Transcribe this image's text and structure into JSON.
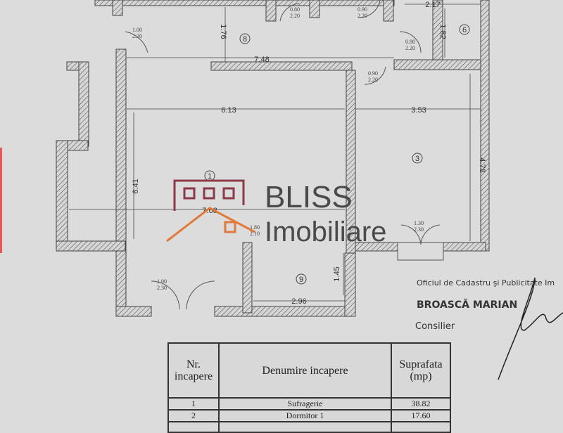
{
  "plan": {
    "rooms": [
      "1",
      "3",
      "6",
      "8",
      "9"
    ],
    "dimensions": {
      "d_613": "6.13",
      "d_353": "3.53",
      "d_478": "4.78",
      "d_641": "6.41",
      "d_768": "7.68",
      "d_748": "7.48",
      "d_176": "1.76",
      "d_217": "2.17",
      "d_182": "1.82",
      "d_296": "2.96",
      "d_145": "1.45"
    },
    "doors": [
      {
        "w": "1.00",
        "h": "2.20"
      },
      {
        "w": "0.80",
        "h": "2.20"
      },
      {
        "w": "0.90",
        "h": "2.20"
      },
      {
        "w": "0.80",
        "h": "2.20"
      },
      {
        "w": "0.90",
        "h": "2.20"
      },
      {
        "w": "1.80",
        "h": "2.10"
      },
      {
        "w": "1.30",
        "h": "2.30"
      },
      {
        "w": "1.00",
        "h": "2.30"
      }
    ],
    "wall_color": "#555555"
  },
  "watermark": {
    "line1": "BLISS",
    "line2": "Imobiliare",
    "brand_color": "#8b3a4a",
    "accent_color": "#e07a3a"
  },
  "stamp": {
    "office": "Oficiul de Cadastru şi Publicitate Im",
    "name": "BROASCĂ MARIAN",
    "title": "Consilier"
  },
  "table": {
    "headers": [
      "Nr. incapere",
      "Denumire incapere",
      "Suprafata (mp)"
    ],
    "rows": [
      {
        "nr": "1",
        "name": "Sufragerie",
        "area": "38.82"
      },
      {
        "nr": "2",
        "name": "Dormitor 1",
        "area": "17.60"
      }
    ]
  }
}
